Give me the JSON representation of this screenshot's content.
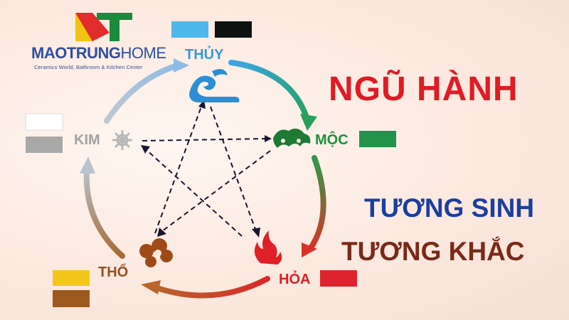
{
  "logo": {
    "brand_bold": "MAOTRUNG",
    "brand_light": "HOME",
    "tagline": "Ceramics World, Bathroom & Kitchen Center"
  },
  "title": {
    "main": "NGŨ HÀNH",
    "line2": "TƯƠNG SINH",
    "line3": "TƯƠNG KHẮC"
  },
  "elements": {
    "thuy": {
      "label": "THỦY",
      "color": "#3a9ad9",
      "swatches": [
        "#4db8ec",
        "#0d1210"
      ]
    },
    "moc": {
      "label": "MỘC",
      "color": "#1f8f3c",
      "swatches": [
        "#21934a"
      ]
    },
    "hoa": {
      "label": "HỎA",
      "color": "#d9202a",
      "swatches": [
        "#e0222c"
      ]
    },
    "tho": {
      "label": "THỔ",
      "color": "#9a4e1c",
      "swatches": [
        "#f2c71a",
        "#9c5a20"
      ]
    },
    "kim": {
      "label": "KIM",
      "color": "#a3a3a3",
      "swatches": [
        "#ffffff",
        "#a8a8a8"
      ]
    }
  },
  "colors": {
    "ring_thuy_moc": [
      "#3ba7e6",
      "#26a05a"
    ],
    "ring_moc_hoa": [
      "#2d9a4a",
      "#d8332a"
    ],
    "ring_hoa_tho": [
      "#d9272a",
      "#b8662a"
    ],
    "ring_tho_kim": [
      "#a86a34",
      "#b9c3cc"
    ],
    "ring_kim_thuy": [
      "#c0c8d0",
      "#8ebce6"
    ],
    "star_line": "#1a1530"
  }
}
